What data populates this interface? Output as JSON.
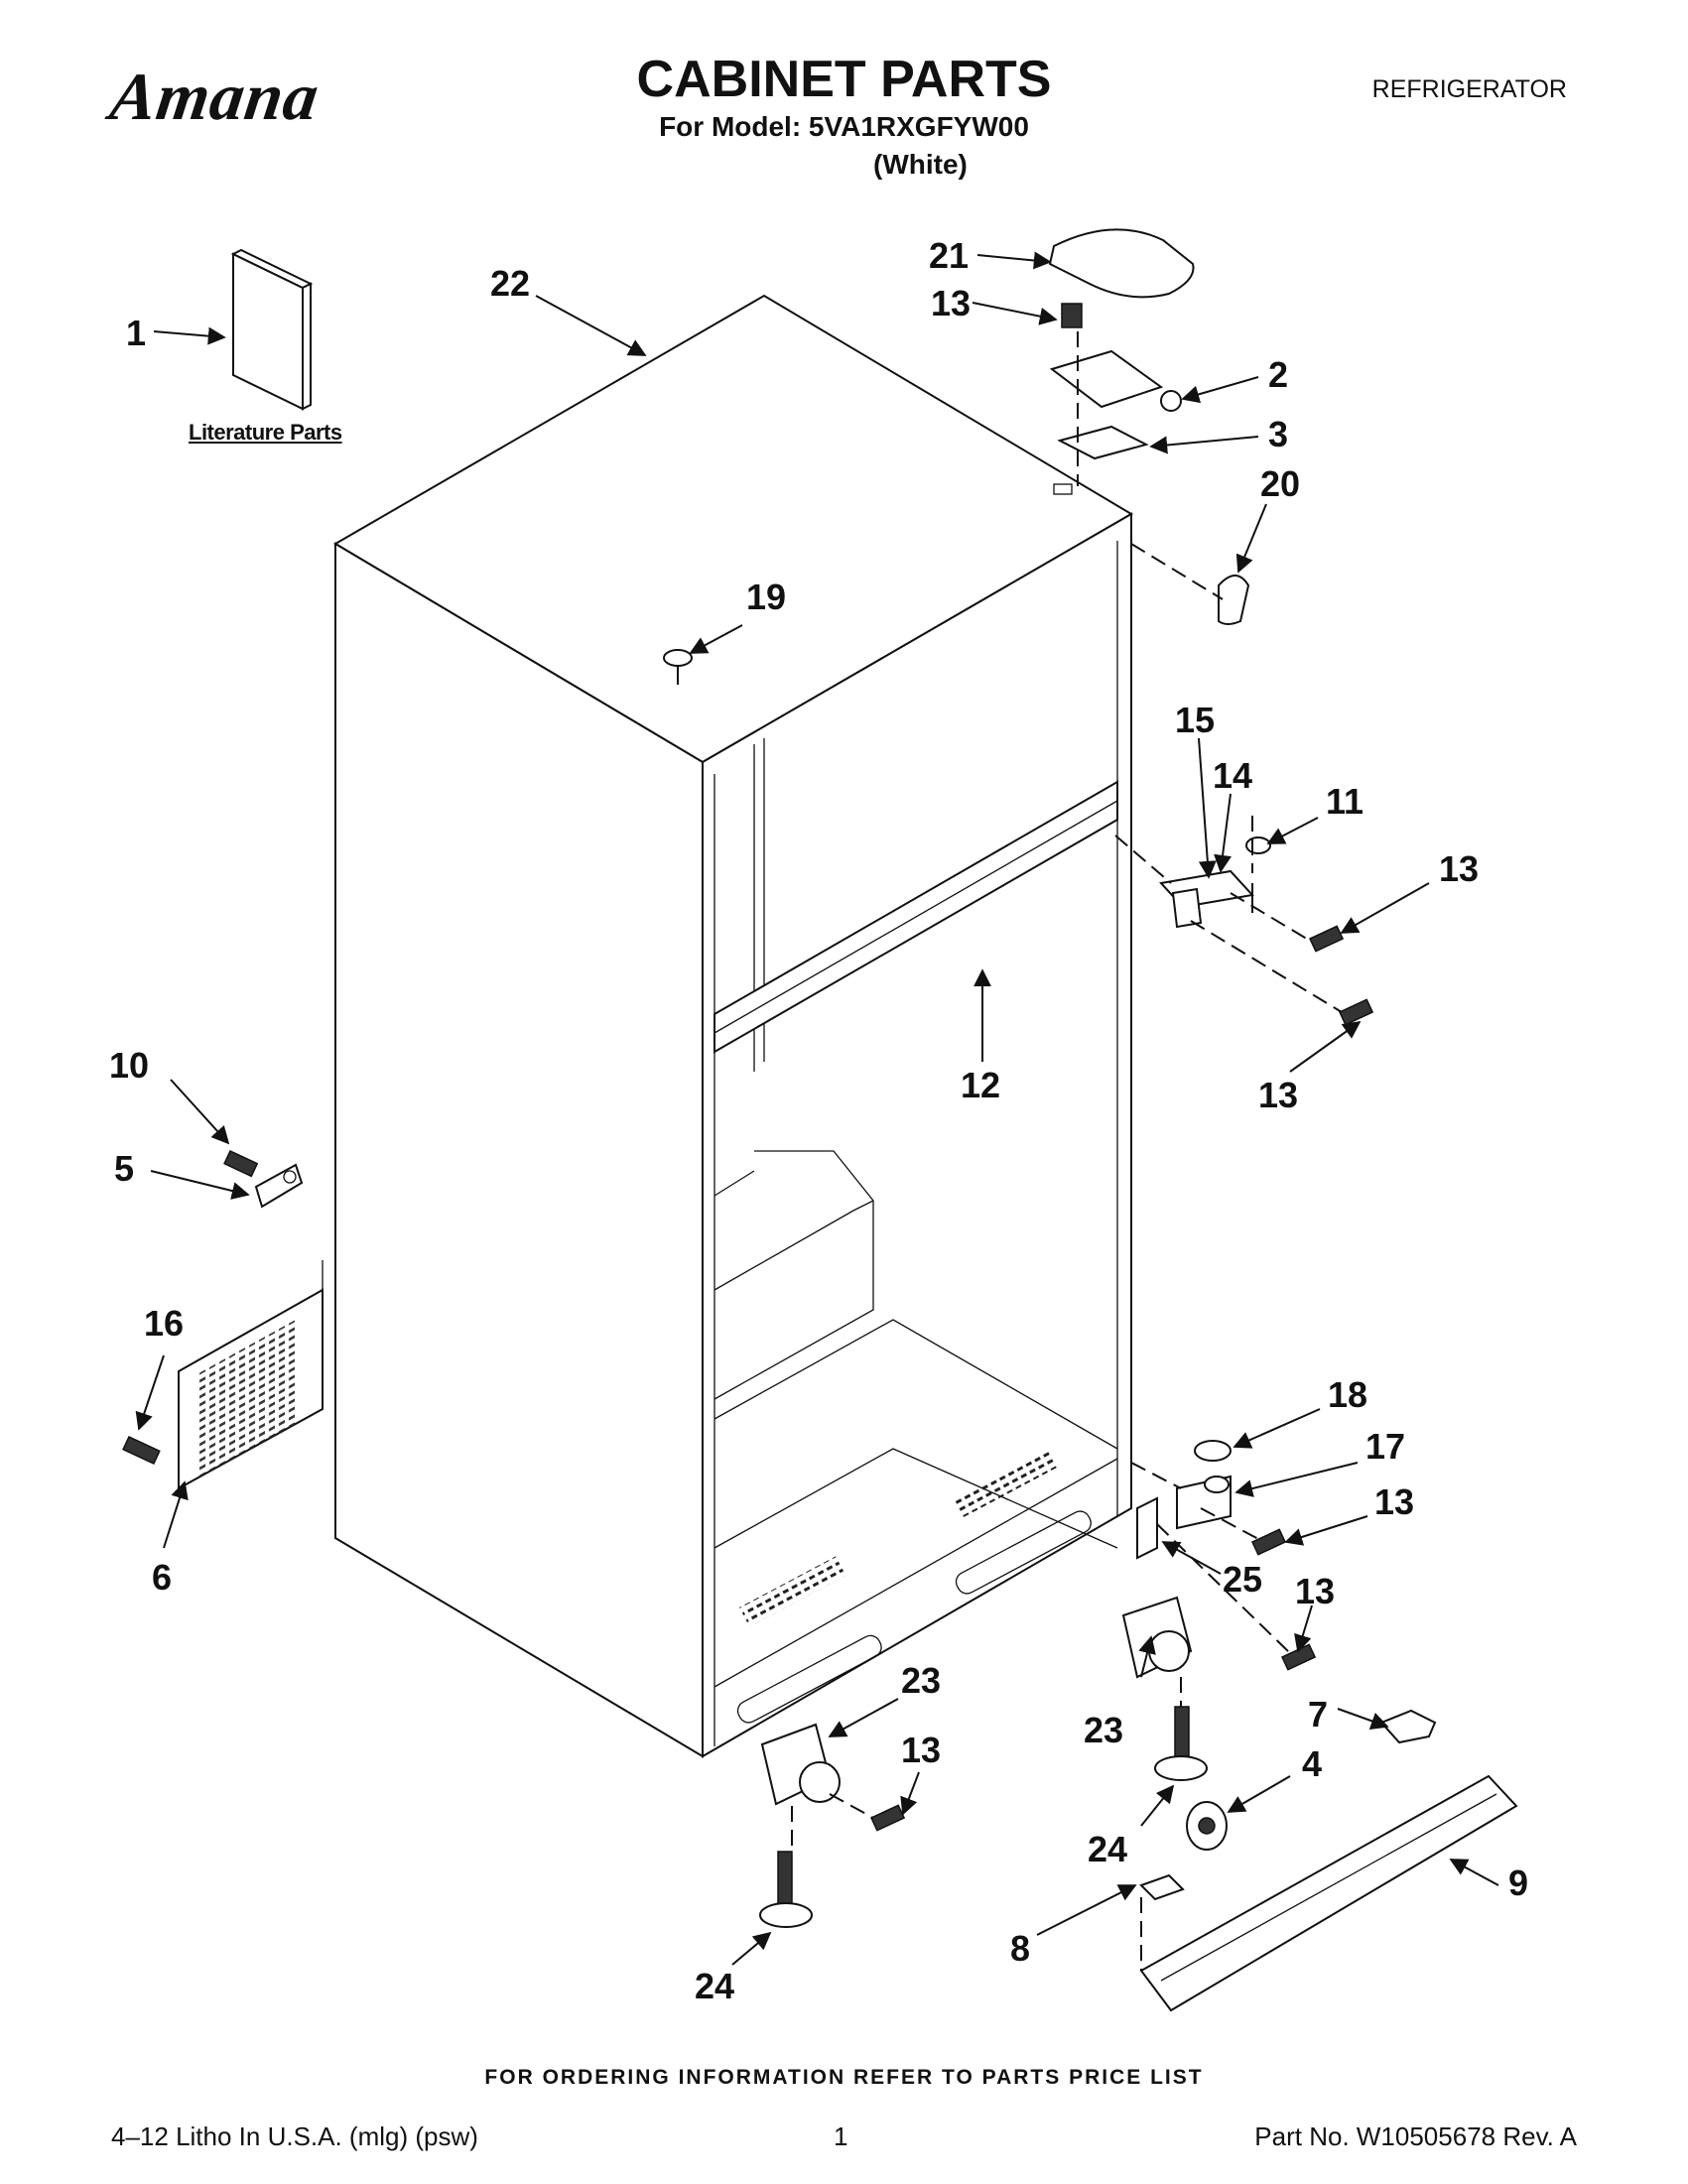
{
  "header": {
    "brand": "Amana",
    "title": "CABINET PARTS",
    "model_line": "For Model: 5VA1RXGFYW00",
    "variant": "(White)",
    "category": "REFRIGERATOR"
  },
  "literature_label": "Literature Parts",
  "callouts": [
    {
      "id": "c1",
      "text": "1"
    },
    {
      "id": "c2",
      "text": "2"
    },
    {
      "id": "c3",
      "text": "3"
    },
    {
      "id": "c4",
      "text": "4"
    },
    {
      "id": "c5",
      "text": "5"
    },
    {
      "id": "c6",
      "text": "6"
    },
    {
      "id": "c7",
      "text": "7"
    },
    {
      "id": "c8",
      "text": "8"
    },
    {
      "id": "c9",
      "text": "9"
    },
    {
      "id": "c10",
      "text": "10"
    },
    {
      "id": "c11",
      "text": "11"
    },
    {
      "id": "c12",
      "text": "12"
    },
    {
      "id": "c13a",
      "text": "13"
    },
    {
      "id": "c13b",
      "text": "13"
    },
    {
      "id": "c13c",
      "text": "13"
    },
    {
      "id": "c13d",
      "text": "13"
    },
    {
      "id": "c13e",
      "text": "13"
    },
    {
      "id": "c13f",
      "text": "13"
    },
    {
      "id": "c14",
      "text": "14"
    },
    {
      "id": "c15",
      "text": "15"
    },
    {
      "id": "c16",
      "text": "16"
    },
    {
      "id": "c17",
      "text": "17"
    },
    {
      "id": "c18",
      "text": "18"
    },
    {
      "id": "c19",
      "text": "19"
    },
    {
      "id": "c20",
      "text": "20"
    },
    {
      "id": "c21",
      "text": "21"
    },
    {
      "id": "c22",
      "text": "22"
    },
    {
      "id": "c23a",
      "text": "23"
    },
    {
      "id": "c23b",
      "text": "23"
    },
    {
      "id": "c24a",
      "text": "24"
    },
    {
      "id": "c24b",
      "text": "24"
    },
    {
      "id": "c25",
      "text": "25"
    }
  ],
  "footer": {
    "ordering_note": "FOR ORDERING INFORMATION REFER TO PARTS PRICE LIST",
    "print_info": "4–12 Litho In U.S.A. (mlg) (psw)",
    "page_number": "1",
    "part_number": "Part No. W10505678 Rev. A"
  }
}
